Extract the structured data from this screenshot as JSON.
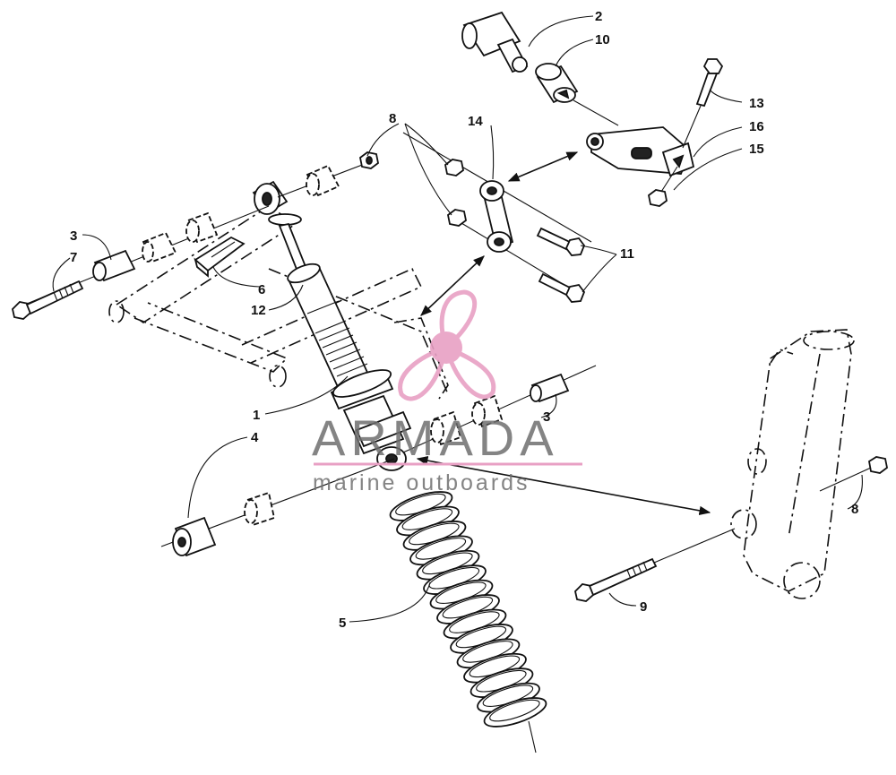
{
  "callouts": {
    "c1": "1",
    "c2": "2",
    "c3a": "3",
    "c3b": "3",
    "c4": "4",
    "c5": "5",
    "c6": "6",
    "c7": "7",
    "c8a": "8",
    "c8b": "8",
    "c9": "9",
    "c10": "10",
    "c11": "11",
    "c12": "12",
    "c13": "13",
    "c14": "14",
    "c15": "15",
    "c16": "16"
  },
  "watermark": {
    "brand": "ARMADA",
    "tagline": "marine outboards",
    "color": "#e8a0c4"
  }
}
